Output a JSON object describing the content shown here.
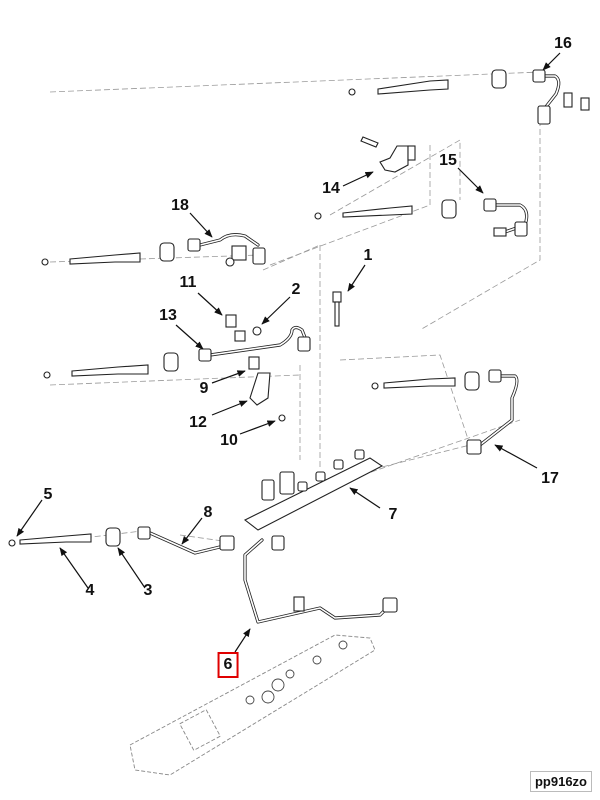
{
  "diagram": {
    "type": "exploded parts diagram",
    "subject": "fuel injection lines, injectors and fuel rail",
    "reference_code": "pp916zo",
    "highlighted_callout": "6",
    "highlight_color": "#e00000",
    "callouts": [
      {
        "id": "1",
        "label": "1"
      },
      {
        "id": "2",
        "label": "2"
      },
      {
        "id": "3",
        "label": "3"
      },
      {
        "id": "4",
        "label": "4"
      },
      {
        "id": "5",
        "label": "5"
      },
      {
        "id": "6",
        "label": "6"
      },
      {
        "id": "7",
        "label": "7"
      },
      {
        "id": "8",
        "label": "8"
      },
      {
        "id": "9",
        "label": "9"
      },
      {
        "id": "10",
        "label": "10"
      },
      {
        "id": "11",
        "label": "11"
      },
      {
        "id": "12",
        "label": "12"
      },
      {
        "id": "13",
        "label": "13"
      },
      {
        "id": "14",
        "label": "14"
      },
      {
        "id": "15",
        "label": "15"
      },
      {
        "id": "16",
        "label": "16"
      },
      {
        "id": "17",
        "label": "17"
      },
      {
        "id": "18",
        "label": "18"
      }
    ]
  }
}
